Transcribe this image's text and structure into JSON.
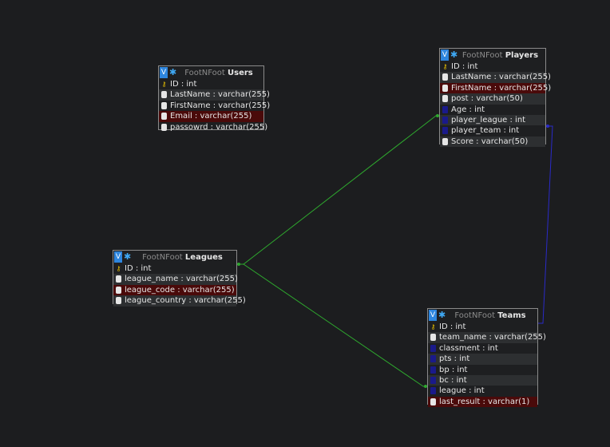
{
  "colors": {
    "background": "#1c1d1f",
    "link_green": "#2ea82e",
    "link_blue": "#2a2ac8",
    "highlight_row": "#4a0a0a"
  },
  "tables": {
    "users": {
      "schema": "FootNFoot",
      "name": "Users",
      "badge": "V",
      "fields": [
        "ID : int",
        "LastName : varchar(255)",
        "FirstName : varchar(255)",
        "Email : varchar(255)",
        "passowrd : varchar(255)"
      ]
    },
    "players": {
      "schema": "FootNFoot",
      "name": "Players",
      "badge": "V",
      "fields": [
        "ID : int",
        "LastName : varchar(255)",
        "FirstName : varchar(255)",
        "post : varchar(50)",
        "Age : int",
        "player_league : int",
        "player_team : int",
        "Score : varchar(50)"
      ]
    },
    "leagues": {
      "schema": "FootNFoot",
      "name": "Leagues",
      "badge": "V",
      "fields": [
        "ID : int",
        "league_name : varchar(255)",
        "league_code : varchar(255)",
        "league_country : varchar(255)"
      ]
    },
    "teams": {
      "schema": "FootNFoot",
      "name": "Teams",
      "badge": "V",
      "fields": [
        "ID : int",
        "team_name : varchar(255)",
        "classment : int",
        "pts : int",
        "bp : int",
        "bc : int",
        "league : int",
        "last_result : varchar(1)"
      ]
    }
  }
}
